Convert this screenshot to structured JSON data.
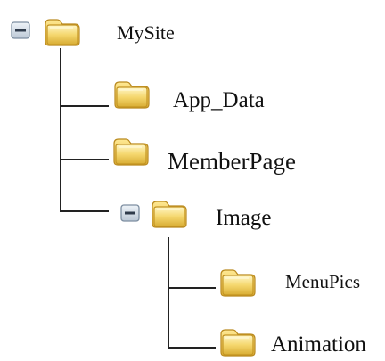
{
  "tree": {
    "root": {
      "label": "MySite",
      "expander_icon": "collapse-minus-icon",
      "folder_icon": "folder-icon",
      "children": [
        {
          "label": "App_Data",
          "folder_icon": "folder-icon"
        },
        {
          "label": "MemberPage",
          "folder_icon": "folder-icon"
        },
        {
          "label": "Image",
          "expander_icon": "collapse-minus-icon",
          "folder_icon": "folder-icon",
          "children": [
            {
              "label": "MenuPics",
              "folder_icon": "folder-icon"
            },
            {
              "label": "Animation",
              "folder_icon": "folder-icon"
            }
          ]
        }
      ]
    }
  },
  "colors": {
    "folder_light": "#fff2a8",
    "folder_mid": "#f2cf5a",
    "folder_dark": "#c89b22",
    "expander_fill": "#d7dfe9",
    "expander_border": "#7d8ea1",
    "line": "#222222"
  }
}
